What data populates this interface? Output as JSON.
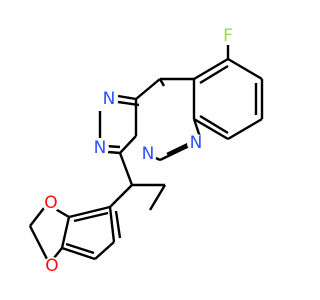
{
  "molecule": {
    "atoms": [
      {
        "symbol": "F",
        "color": "#90e050"
      },
      {
        "symbol": "N",
        "color": "#3050f8"
      },
      {
        "symbol": "N",
        "color": "#3050f8"
      },
      {
        "symbol": "N",
        "color": "#3050f8"
      },
      {
        "symbol": "N",
        "color": "#3050f8"
      },
      {
        "symbol": "O",
        "color": "#ff0d0d"
      },
      {
        "symbol": "O",
        "color": "#ff0d0d"
      }
    ],
    "bond_color": "#000000"
  }
}
